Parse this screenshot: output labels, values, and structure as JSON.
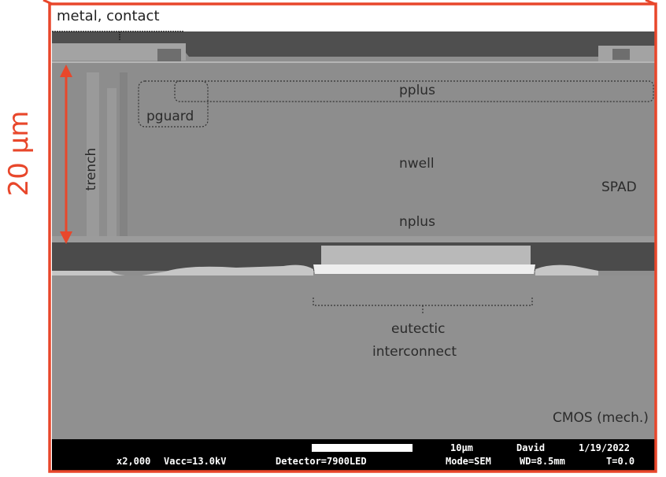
{
  "header": {
    "label": "metal, contact"
  },
  "scale": {
    "label": "20 µm"
  },
  "regions": {
    "trench": "trench",
    "pguard": "pguard",
    "pplus": "pplus",
    "nwell": "nwell",
    "spad": "SPAD",
    "nplus": "nplus",
    "eutectic": "eutectic",
    "interconnect": "interconnect",
    "cmos": "CMOS (mech.)"
  },
  "sem_info": {
    "scalebar": "10µm",
    "operator": "David",
    "date": "1/19/2022",
    "magnification": "x2,000",
    "vacc": "Vacc=13.0kV",
    "detector": "Detector=7900LED",
    "mode": "Mode=SEM",
    "wd": "WD=8.5mm",
    "tilt": "T=0.0"
  },
  "colors": {
    "frame": "#e8472b",
    "silicon": "#8c8c8c",
    "dark_layer": "#4a4a4a",
    "cmos": "#909090"
  }
}
